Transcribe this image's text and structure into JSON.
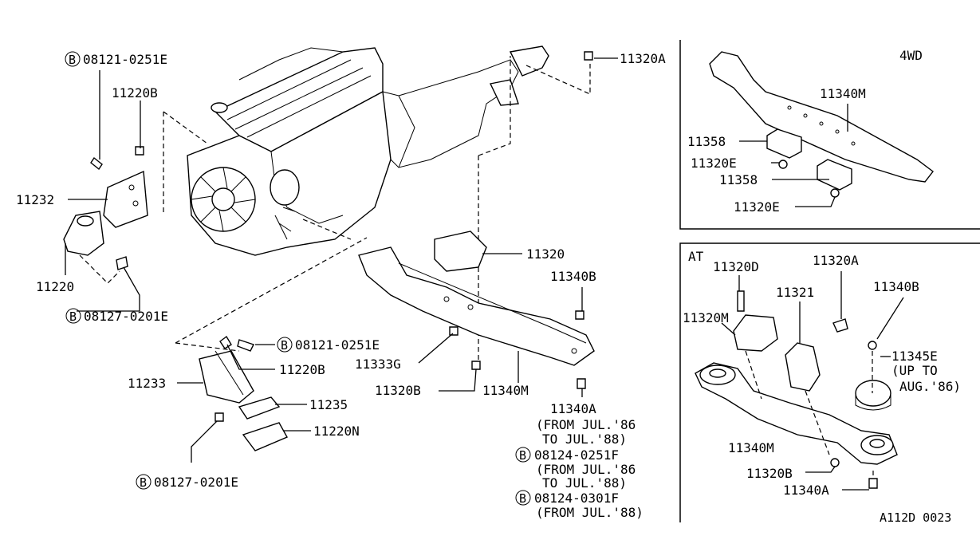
{
  "diagram_id": "A112D 0023",
  "inset_4wd": {
    "title": "4WD",
    "labels": [
      "11340M",
      "11358",
      "11320E",
      "11358",
      "11320E"
    ]
  },
  "inset_at": {
    "title": "AT",
    "labels": [
      "11320D",
      "11320A",
      "11321",
      "11340B",
      "11320M",
      "11345E",
      "(UP TO",
      "AUG.'86)",
      "11340M",
      "11320B",
      "11340A"
    ]
  },
  "main": {
    "bolt_top": "08121-0251E",
    "b11220b_top": "11220B",
    "b11232": "11232",
    "b11220": "11220",
    "bolt_mid": "08127-0201E",
    "b11320a": "11320A",
    "b11320": "11320",
    "b11340b": "11340B",
    "b11333g": "11333G",
    "b11320b": "11320B",
    "b11340m": "11340M",
    "b11340a": "11340A",
    "from_jul86": "(FROM JUL.'86",
    "to_jul88": "TO JUL.'88)",
    "bolt_f1": "08124-0251F",
    "from_jul86b": "(FROM JUL.'86",
    "to_jul88b": "TO JUL.'88)",
    "bolt_f2": "08124-0301F",
    "from_jul88": "(FROM JUL.'88)",
    "bolt_lower": "08121-0251E",
    "b11220b_lower": "11220B",
    "b11233": "11233",
    "b11235": "11235",
    "b11220n": "11220N",
    "bolt_bottom": "08127-0201E",
    "b_symbol": "B"
  }
}
